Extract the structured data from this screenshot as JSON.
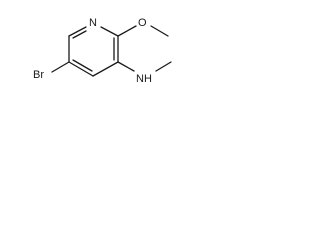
{
  "molecule": {
    "atoms": {
      "bromine": "Br",
      "ring_nitrogen": "N",
      "oxygen": "O",
      "amine": "NH"
    }
  },
  "colors": {
    "bond": "#1a1a1a",
    "label": "#1a1a1a",
    "background": "#ffffff"
  }
}
